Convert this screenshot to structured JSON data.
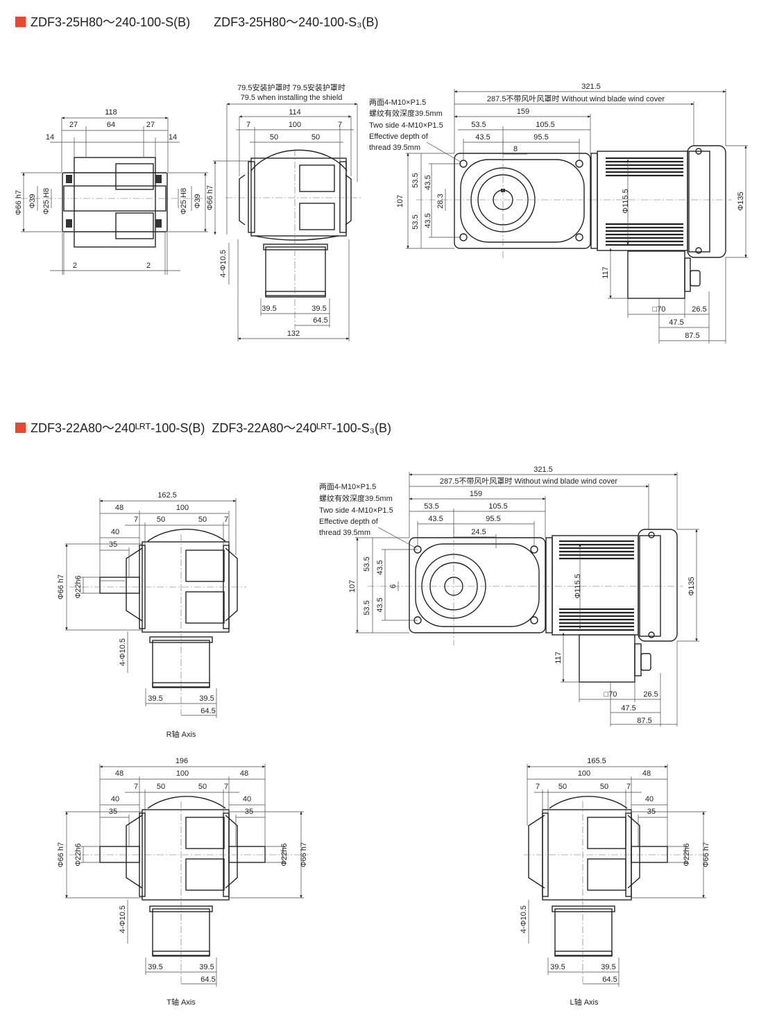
{
  "titles": {
    "section1": {
      "a": "ZDF3-25H80～240-100-S(B)",
      "b": "ZDF3-25H80～240-100-S₃(B)"
    },
    "section2": {
      "a": "ZDF3-22A80～240ᴸᴿᵀ-100-S(B)",
      "b": "ZDF3-22A80～240ᴸᴿᵀ-100-S₃(B)"
    }
  },
  "notes": {
    "shield_cn": "79.5安装护罩时  79.5安装护罩时",
    "shield_en": "79.5 when installing the shield",
    "cover1": "287.5不带风叶风罩时 Without wind blade wind cover",
    "cover2": "287.5不带风叶风罩时 Without wind blade wind cover",
    "thread1": [
      "两面4-M10×P1.5",
      "螺纹有效深度39.5mm",
      "Two side 4-M10×P1.5",
      "Effective depth of",
      "thread 39.5mm"
    ],
    "thread2": [
      "两面4-M10×P1.5",
      "螺纹有效深度39.5mm",
      "Two side 4-M10×P1.5",
      "Effective depth of",
      "thread 39.5mm"
    ]
  },
  "views": {
    "r_axis": "R轴  Axis",
    "t_axis": "T轴  Axis",
    "l_axis": "L轴  Axis"
  },
  "dims": {
    "hollow": {
      "d118": "118",
      "d27a": "27",
      "d64": "64",
      "d27b": "27",
      "d14a": "14",
      "d14b": "14",
      "d2a": "2",
      "d2b": "2",
      "phi66": "Φ66 h7",
      "phi39a": "Φ39",
      "phi25a": "Φ25 H8",
      "phi25b": "Φ25 H8",
      "phi39b": "Φ39"
    },
    "side1": {
      "d114": "114",
      "d7a": "7",
      "d100": "100",
      "d7b": "7",
      "d50a": "50",
      "d50b": "50",
      "phi66": "Φ66 h7",
      "phi105": "4-Φ10.5",
      "d395a": "39.5",
      "d395b": "39.5",
      "d645": "64.5",
      "d132": "132"
    },
    "front1": {
      "d3215": "321.5",
      "d159": "159",
      "d535": "53.5",
      "d1055": "105.5",
      "d435": "43.5",
      "d955": "95.5",
      "d8": "8",
      "d107": "107",
      "d535v1": "53.5",
      "d435v1": "43.5",
      "d283": "28.3",
      "d435v2": "43.5",
      "d535v2": "53.5",
      "phi1155": "Φ115.5",
      "phi135": "Φ135",
      "d117": "117",
      "sq70": "□70",
      "d265": "26.5",
      "d475": "47.5",
      "d875": "87.5"
    },
    "r": {
      "d1625": "162.5",
      "d48": "48",
      "d100": "100",
      "d7a": "7",
      "d50a": "50",
      "d50b": "50",
      "d7b": "7",
      "d40": "40",
      "d35": "35",
      "phi66": "Φ66 h7",
      "phi22": "Φ22h6",
      "phi105": "4-Φ10.5",
      "d395a": "39.5",
      "d395b": "39.5",
      "d645": "64.5"
    },
    "front2": {
      "d3215": "321.5",
      "d159": "159",
      "d535": "53.5",
      "d1055": "105.5",
      "d435": "43.5",
      "d955": "95.5",
      "d245": "24.5",
      "d107": "107",
      "d535v1": "53.5",
      "d435v1": "43.5",
      "d6": "6",
      "d435v2": "43.5",
      "d535v2": "53.5",
      "phi1155": "Φ115.5",
      "phi135": "Φ135",
      "d117": "117",
      "sq70": "□70",
      "d265": "26.5",
      "d475": "47.5",
      "d875": "87.5"
    },
    "t": {
      "d196": "196",
      "d48a": "48",
      "d100": "100",
      "d48b": "48",
      "d7a": "7",
      "d50a": "50",
      "d50b": "50",
      "d7b": "7",
      "d40a": "40",
      "d35a": "35",
      "d40b": "40",
      "d35b": "35",
      "phi66a": "Φ66 h7",
      "phi22a": "Φ22h6",
      "phi22b": "Φ22h6",
      "phi66b": "Φ66 h7",
      "phi105": "4-Φ10.5",
      "d395a": "39.5",
      "d395b": "39.5",
      "d645": "64.5"
    },
    "l": {
      "d1655": "165.5",
      "d100": "100",
      "d48": "48",
      "d7a": "7",
      "d50a": "50",
      "d50b": "50",
      "d7b": "7",
      "d40": "40",
      "d35": "35",
      "phi22": "Φ22h6",
      "phi66": "Φ66 h7",
      "phi105": "4-Φ10.5",
      "d395a": "39.5",
      "d395b": "39.5",
      "d645": "64.5"
    }
  },
  "colors": {
    "accent": "#e8492c",
    "line": "#222222"
  }
}
